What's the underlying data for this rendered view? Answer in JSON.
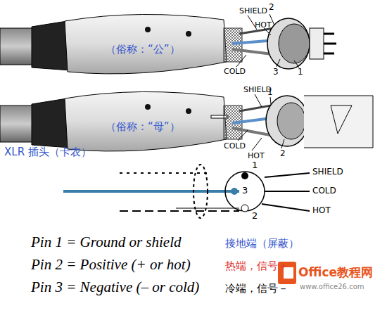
{
  "diagram": {
    "labels": [
      "SHIELD",
      "2",
      "HOT",
      "COLD",
      "3",
      "1",
      "（俗称：“公”）",
      "SHIELD",
      "1",
      "COLD",
      "HOT",
      "2",
      "（俗称：“母”）",
      "XLR 插头（卡农）",
      "1",
      "3",
      "2",
      "SHIELD",
      "COLD",
      "HOT",
      "Pin 1 = Ground or shield",
      "接地端（屏蔽）",
      "Pin 2 = Positive (+ or hot)",
      "热端，信号＋",
      "Pin 3 = Negative (– or cold)",
      "冷端，信号－",
      "Office教程网",
      "www.office26.com"
    ]
  }
}
